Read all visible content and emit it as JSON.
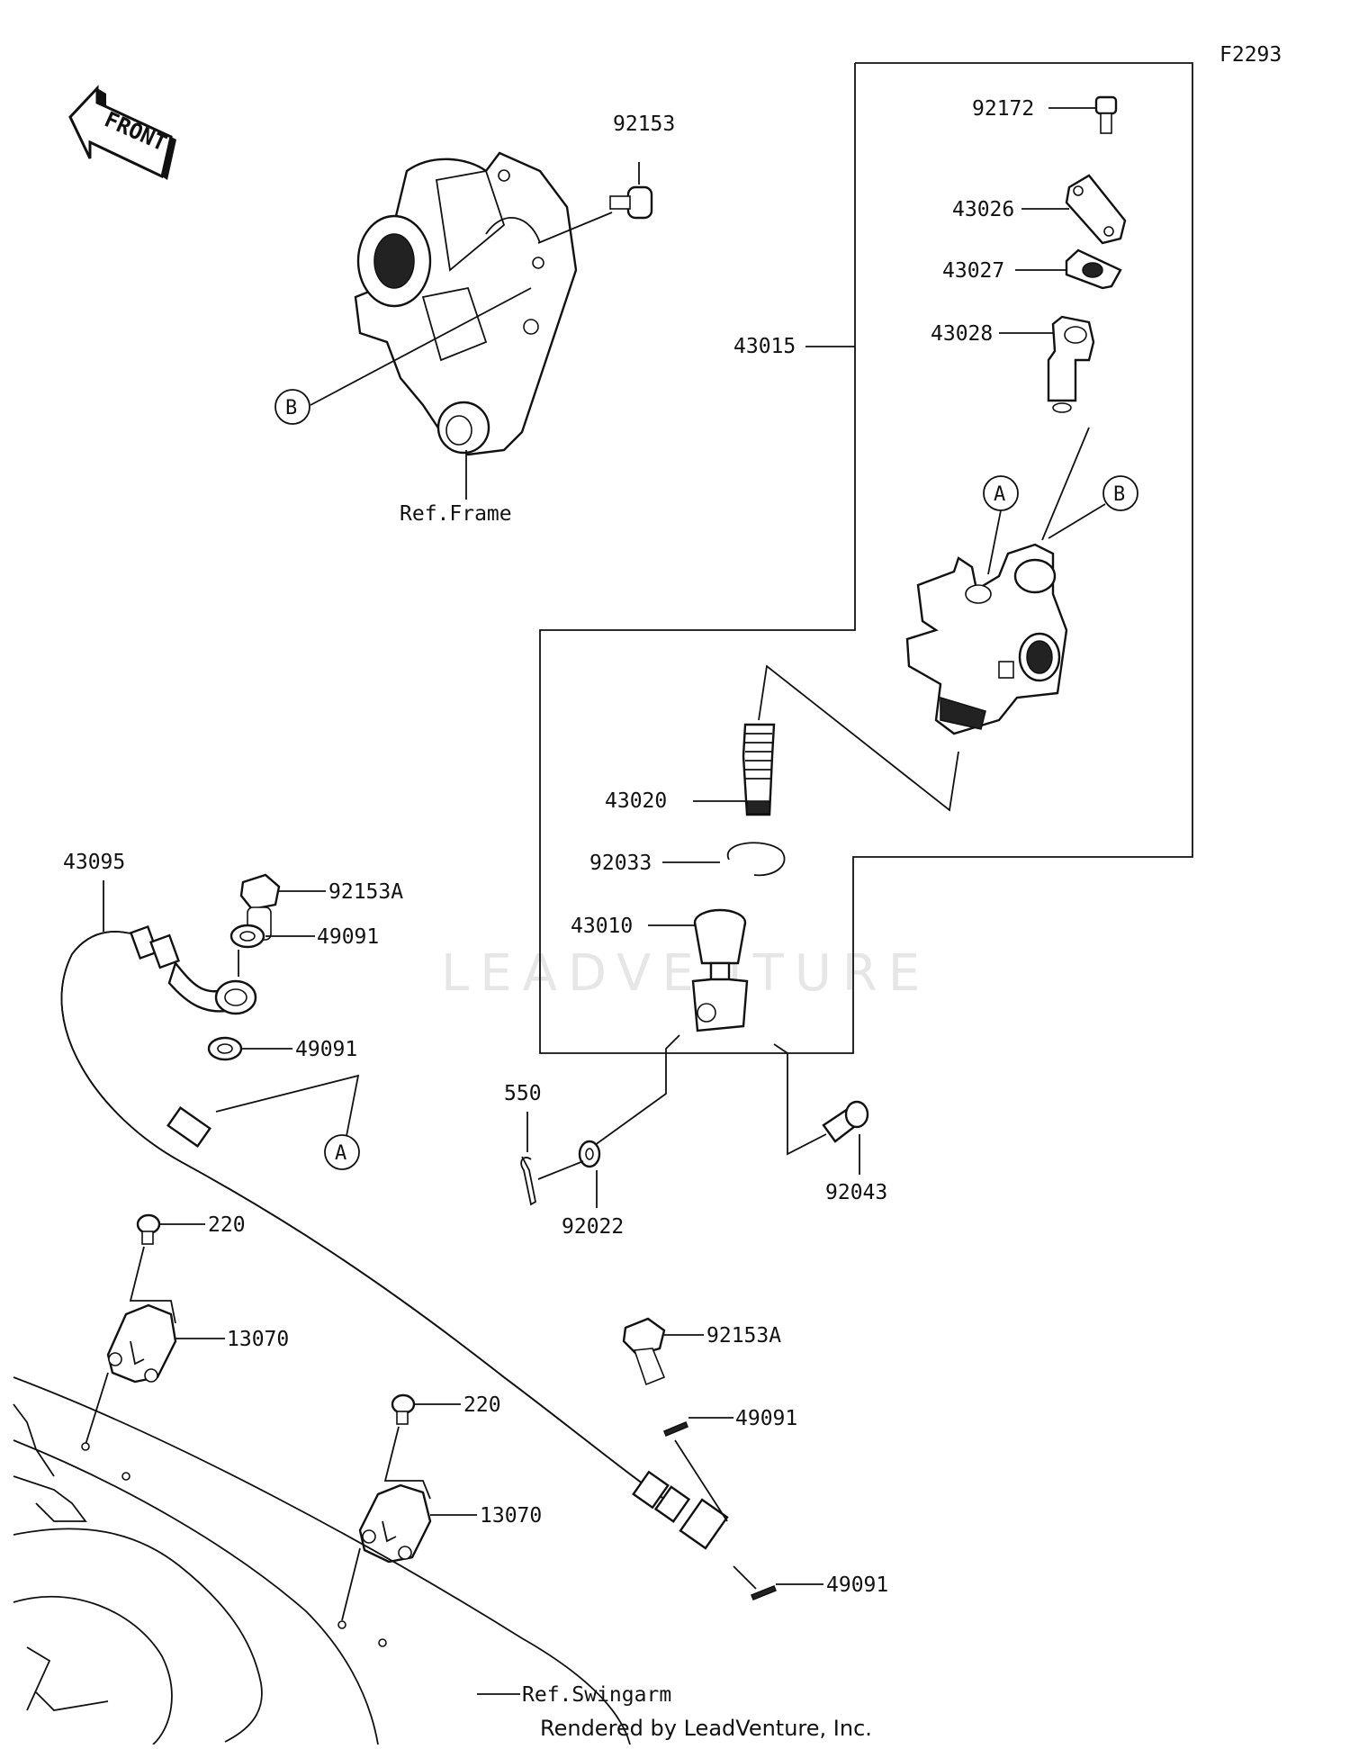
{
  "figure_id": "F2293",
  "front_arrow": "FRONT",
  "credit": "Rendered by LeadVenture, Inc.",
  "watermark": "LEADVENTURE",
  "callouts": {
    "ref_a": "A",
    "ref_b": "B"
  },
  "refs": {
    "frame": "Ref.Frame",
    "swingarm": "Ref.Swingarm"
  },
  "parts": {
    "p92153": "92153",
    "p92172": "92172",
    "p43026": "43026",
    "p43027": "43027",
    "p43028": "43028",
    "p43015": "43015",
    "p43020": "43020",
    "p92033": "92033",
    "p43010": "43010",
    "p43095": "43095",
    "p92153A_top": "92153A",
    "p49091_1": "49091",
    "p49091_2": "49091",
    "p550": "550",
    "p92022": "92022",
    "p92043": "92043",
    "p220_1": "220",
    "p13070_1": "13070",
    "p92153A_bot": "92153A",
    "p49091_3": "49091",
    "p220_2": "220",
    "p13070_2": "13070",
    "p49091_4": "49091"
  },
  "icons": [
    "front-arrow-icon",
    "callout-a-icon",
    "callout-b-icon"
  ]
}
